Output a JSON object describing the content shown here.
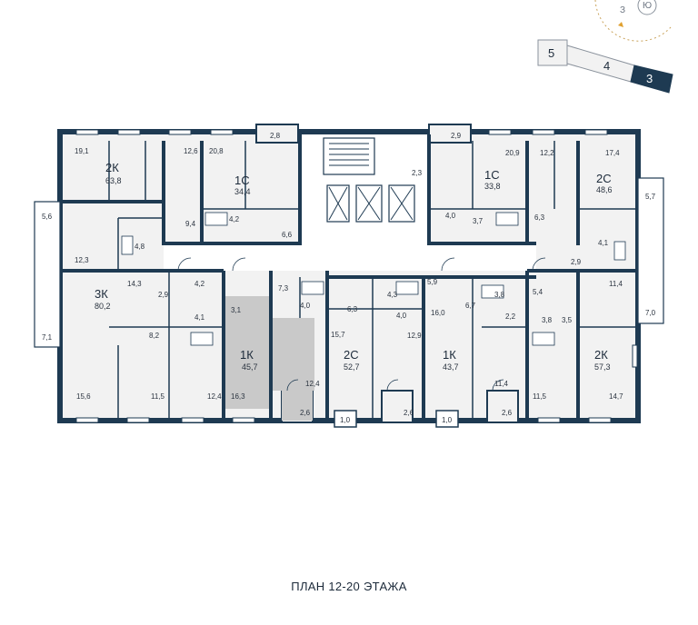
{
  "plan_title": "ПЛАН 12-20 ЭТАЖА",
  "compass": {
    "letters": [
      "З",
      "Ю"
    ]
  },
  "sections": [
    "5",
    "4",
    "3"
  ],
  "active_section": "3",
  "colors": {
    "wall": "#1e3a52",
    "room": "#f2f2f2",
    "highlight": "#c9c9c9",
    "accent": "#e0a030"
  },
  "apartments": [
    {
      "type": "2К",
      "area": "63,8"
    },
    {
      "type": "1С",
      "area": "34,4"
    },
    {
      "type": "1С",
      "area": "33,8"
    },
    {
      "type": "2С",
      "area": "48,6"
    },
    {
      "type": "3К",
      "area": "80,2"
    },
    {
      "type": "1К",
      "area": "45,7"
    },
    {
      "type": "2С",
      "area": "52,7"
    },
    {
      "type": "1К",
      "area": "43,7"
    },
    {
      "type": "2К",
      "area": "57,3"
    }
  ],
  "rooms": [
    "2,8",
    "2,9",
    "19,1",
    "12,6",
    "20,8",
    "2,3",
    "20,9",
    "12,2",
    "17,4",
    "5,7",
    "5,6",
    "9,4",
    "4,2",
    "6,6",
    "4,0",
    "3,7",
    "6,3",
    "4,8",
    "4,1",
    "12,3",
    "2,9",
    "7,3",
    "14,3",
    "2,9",
    "4,2",
    "4,3",
    "5,9",
    "6,7",
    "3,8",
    "5,4",
    "11,4",
    "7,0",
    "4,0",
    "2,2",
    "3,8",
    "3,5",
    "3,1",
    "6,3",
    "4,1",
    "4,0",
    "7,1",
    "8,2",
    "15,7",
    "12,9",
    "16,0",
    "15,6",
    "11,5",
    "12,4",
    "12,4",
    "11,4",
    "11,5",
    "14,7",
    "16,3",
    "2,6",
    "1,0",
    "2,6",
    "1,0",
    "2,6"
  ]
}
